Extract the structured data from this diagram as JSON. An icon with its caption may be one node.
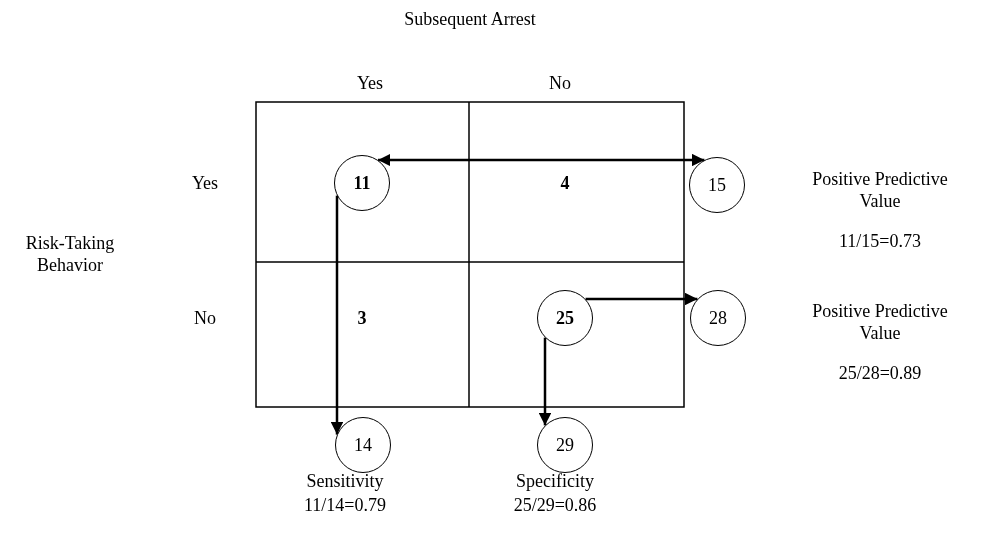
{
  "diagram": {
    "nodes": [
      {
        "text": [
          "11"
        ]
      },
      {
        "text": [
          "15"
        ],
        "beside": [
          "Positive Predictive Value",
          "11/15=0.73"
        ]
      },
      {
        "text": [
          "25"
        ]
      },
      {
        "text": [
          "28"
        ],
        "beside": [
          "Positive Predictive Value",
          "25/28=0.89"
        ]
      },
      {
        "text": [
          "14"
        ],
        "beside": [
          "Sensitivity",
          "11/14=0.79"
        ]
      },
      {
        "text": [
          "29"
        ],
        "beside": [
          "Specificity",
          "25/29=0.86"
        ]
      }
    ],
    "edges": [
      {
        "from": 0,
        "to": 1,
        "arrow": "both"
      },
      {
        "from": 0,
        "to": 4,
        "arrow": "to"
      },
      {
        "from": 2,
        "to": 3,
        "arrow": "to"
      },
      {
        "from": 2,
        "to": 5,
        "arrow": "to"
      }
    ],
    "labels": [
      "Subsequent Arrest",
      "Yes",
      "No",
      "Yes",
      "4",
      "Risk-Taking Behavior",
      "No",
      "3"
    ]
  }
}
